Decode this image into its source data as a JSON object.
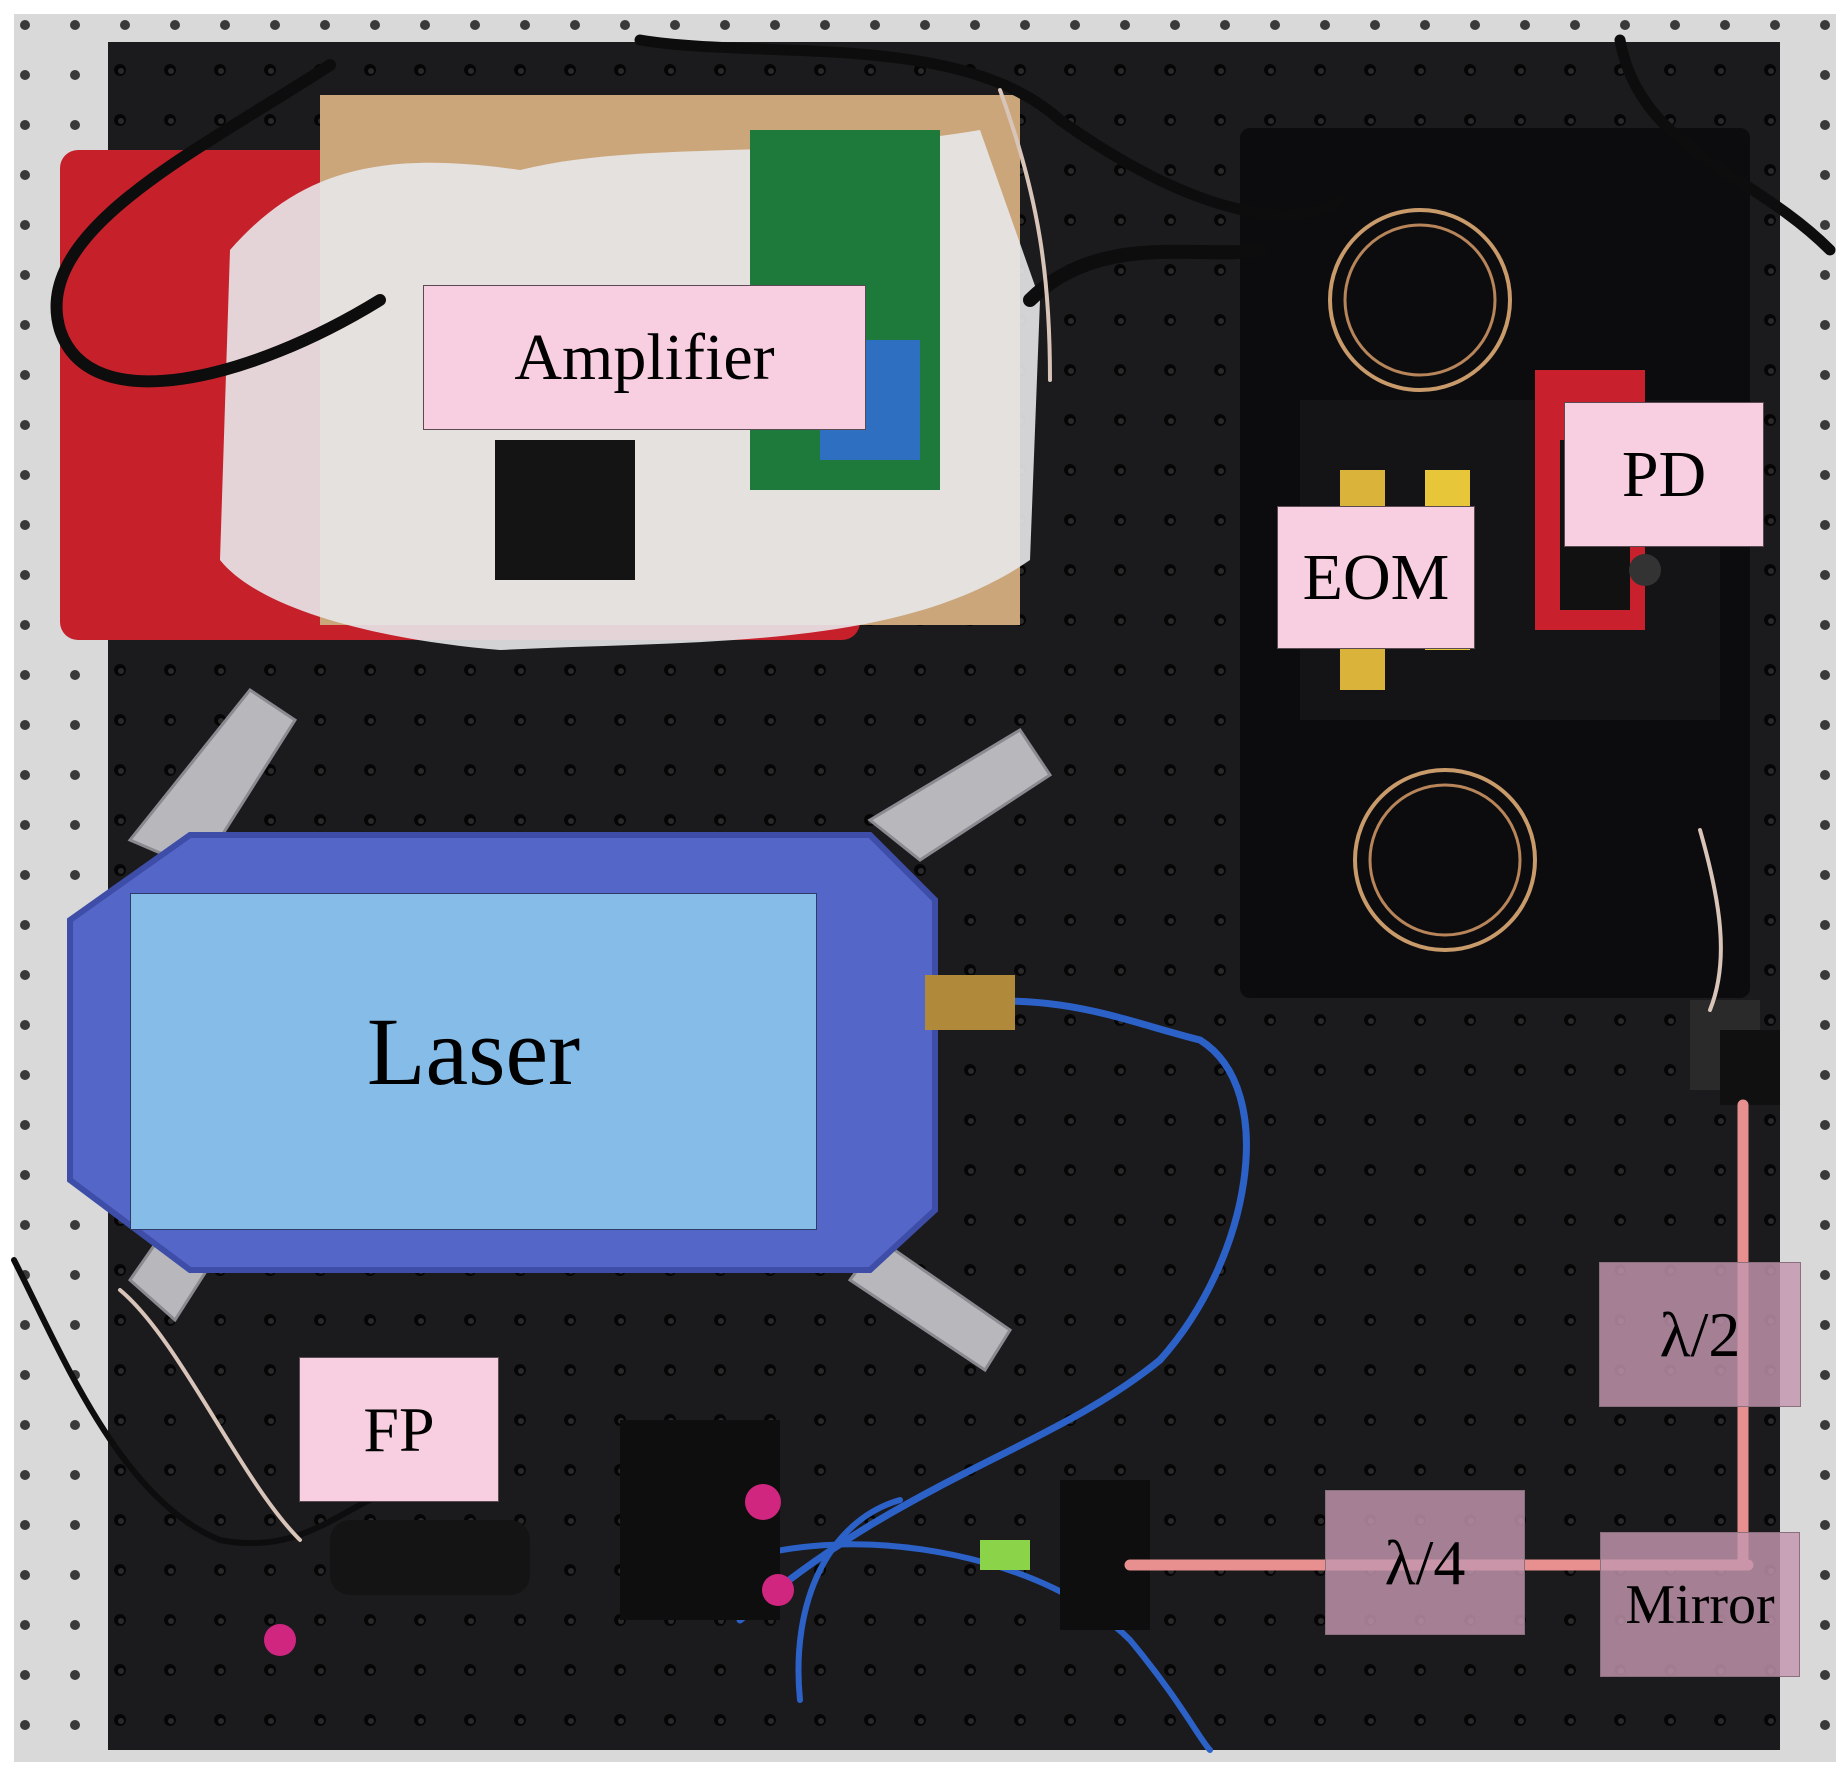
{
  "labels": {
    "amplifier": "Amplifier",
    "pd": "PD",
    "eom": "EOM",
    "laser": "Laser",
    "fp": "FP",
    "half_wave": "λ/2",
    "quarter_wave": "λ/4",
    "mirror": "Mirror"
  },
  "colors": {
    "label_fill": "#f8cfe0",
    "laser_fill": "#86bde8",
    "laser_housing": "#5566c9",
    "optics_fill": "#c496ae",
    "beam": "#e88f8f",
    "breadboard": "#1b1b1e",
    "amplifier_case": "#c6212b"
  }
}
